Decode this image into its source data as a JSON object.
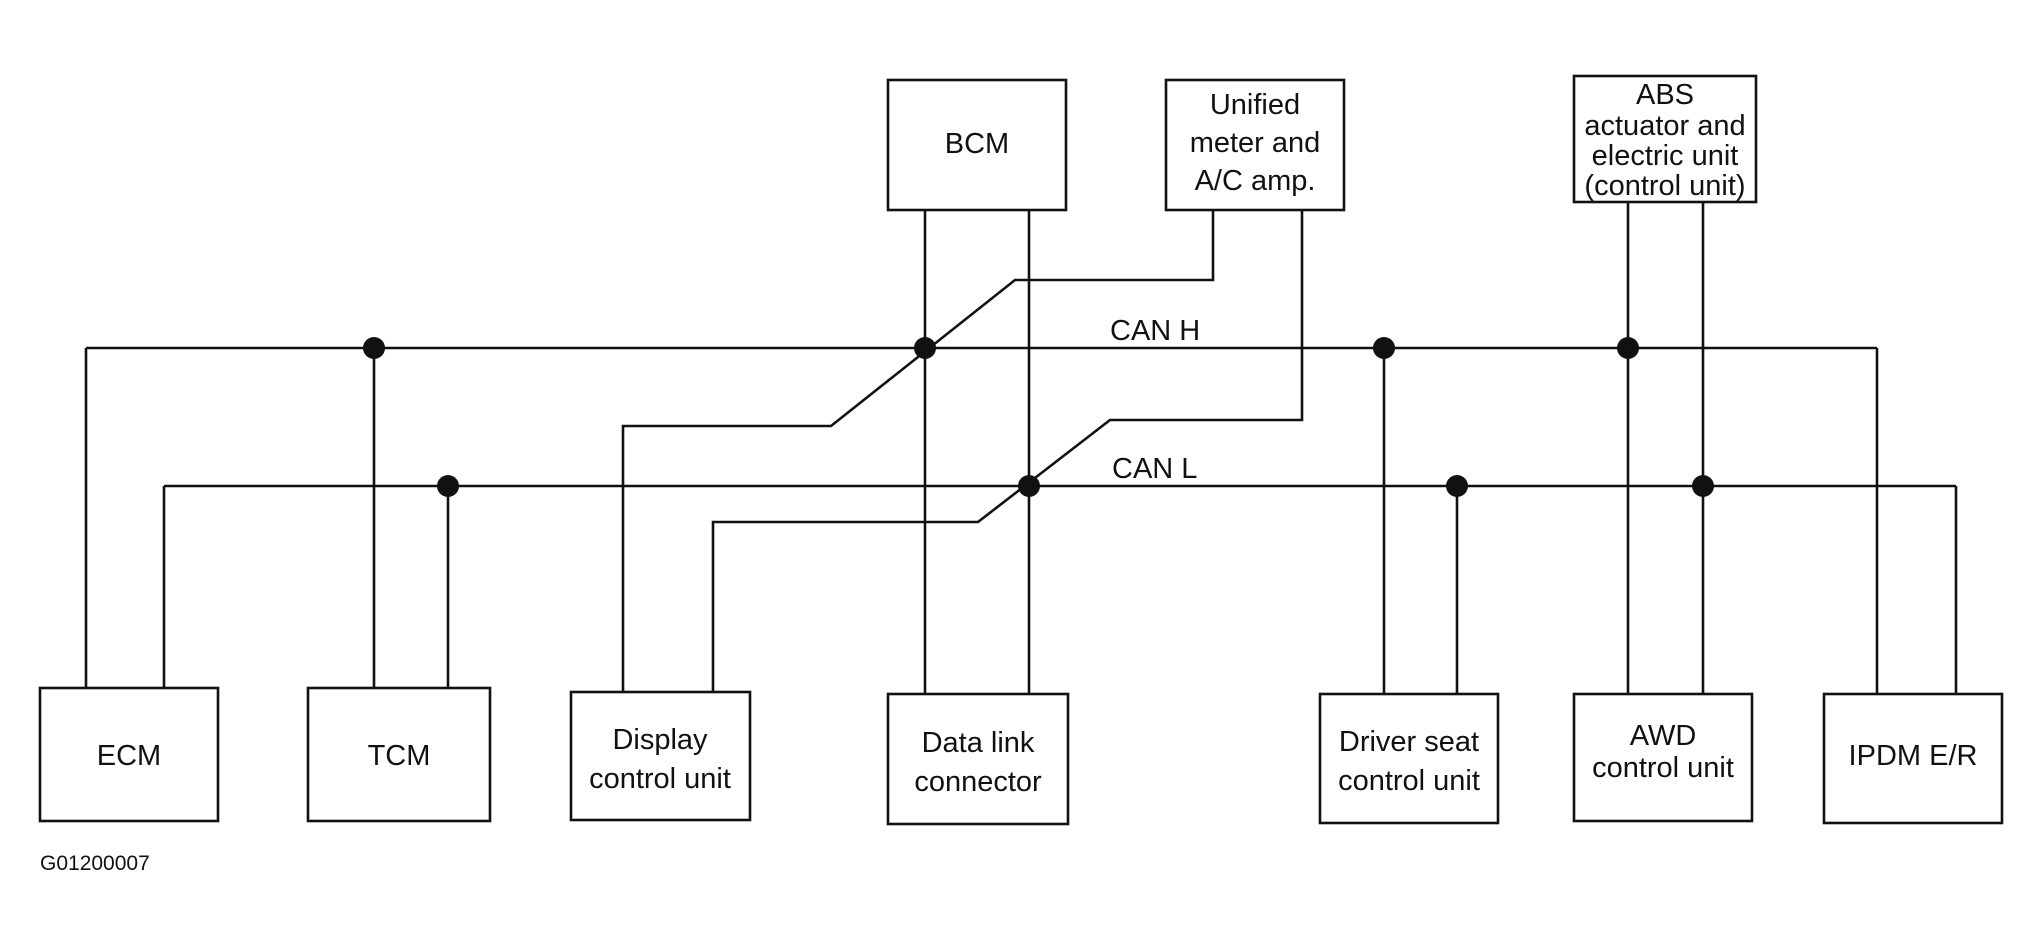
{
  "diagram": {
    "bus_high_label": "CAN H",
    "bus_low_label": "CAN L",
    "figure_code": "G01200007",
    "units": {
      "bcm": {
        "lines": [
          "BCM"
        ]
      },
      "meter": {
        "lines": [
          "Unified",
          "meter and",
          "A/C amp."
        ]
      },
      "abs": {
        "lines": [
          "ABS",
          "actuator and",
          "electric unit",
          "(control unit)"
        ]
      },
      "ecm": {
        "lines": [
          "ECM"
        ]
      },
      "tcm": {
        "lines": [
          "TCM"
        ]
      },
      "display": {
        "lines": [
          "Display",
          "control unit"
        ]
      },
      "dlc": {
        "lines": [
          "Data link",
          "connector"
        ]
      },
      "driver_seat": {
        "lines": [
          "Driver seat",
          "control unit"
        ]
      },
      "awd": {
        "lines": [
          "AWD",
          "control unit"
        ]
      },
      "ipdm": {
        "lines": [
          "IPDM E/R"
        ]
      }
    }
  }
}
